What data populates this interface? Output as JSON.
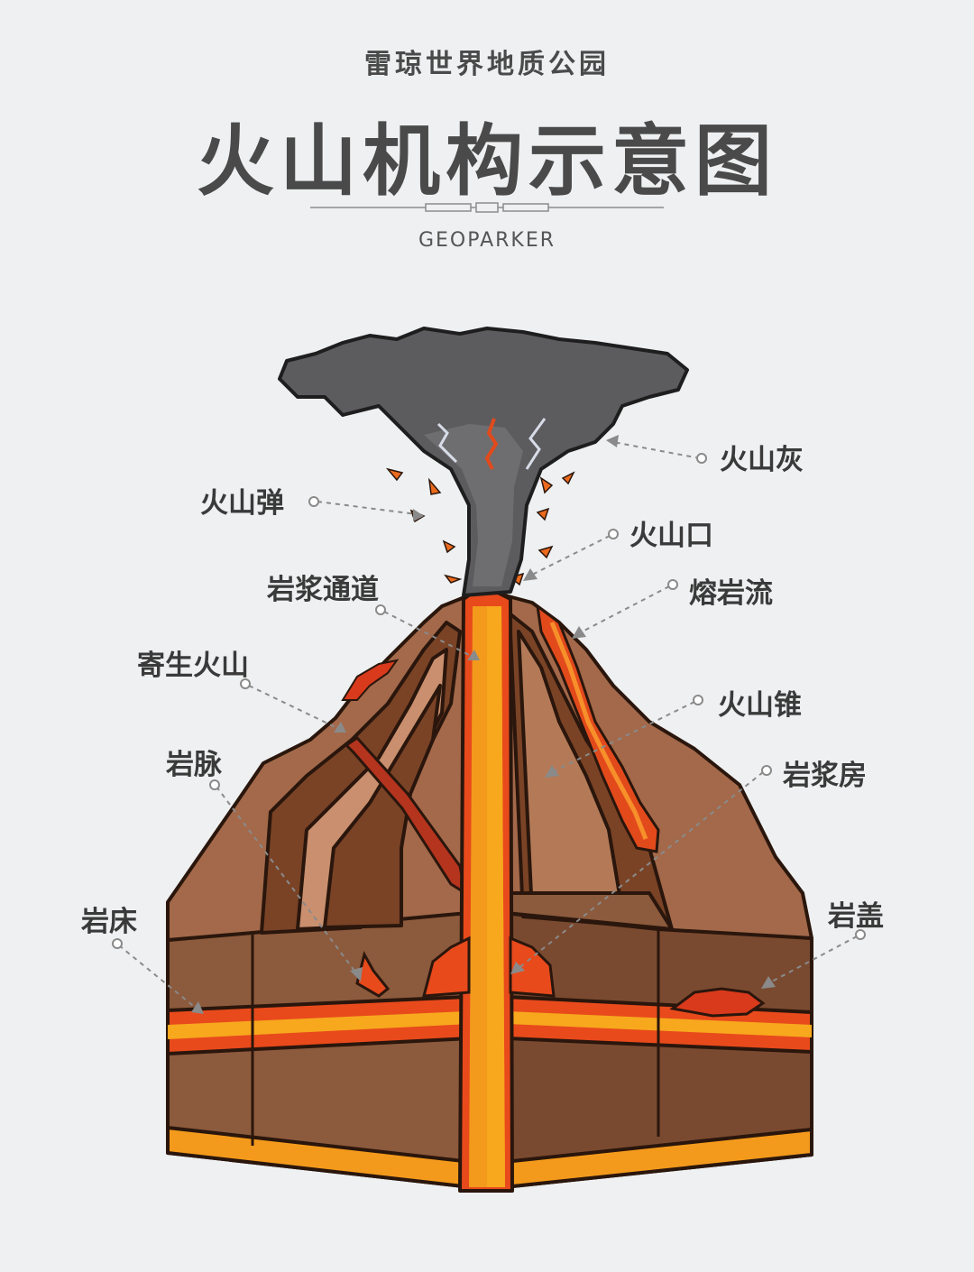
{
  "header": {
    "subtitle": "雷琼世界地质公园",
    "title": "火山机构示意图",
    "brand": "GEOPARKER"
  },
  "labels": {
    "volcanic_ash": "火山灰",
    "volcanic_bomb": "火山弹",
    "crater": "火山口",
    "magma_conduit": "岩浆通道",
    "lava_flow": "熔岩流",
    "parasitic_volcano": "寄生火山",
    "volcanic_cone": "火山锥",
    "dike": "岩脉",
    "magma_chamber": "岩浆房",
    "sill": "岩床",
    "laccolith": "岩盖"
  },
  "colors": {
    "background": "#eef0f1",
    "rock_dark": "#6b3a22",
    "rock_mid": "#a0674a",
    "rock_light": "#c98f6e",
    "lava_red": "#d93a1c",
    "lava_orange": "#f08a1c",
    "lava_yellow": "#f7a81d",
    "ash_dark": "#4d4d4f",
    "ash_light": "#6e6e70"
  }
}
